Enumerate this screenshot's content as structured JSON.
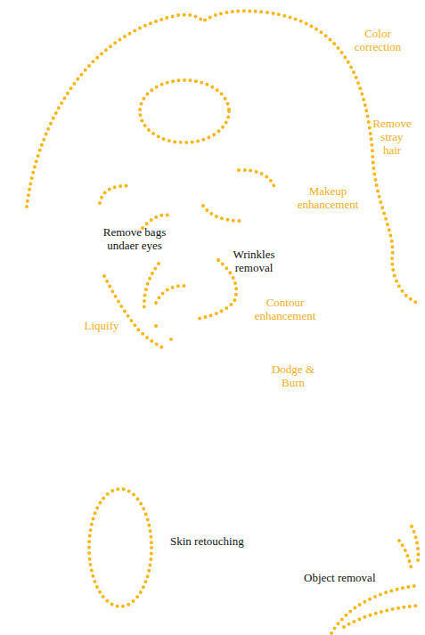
{
  "diagram": {
    "labels": [
      "Color correction",
      "Remove stray hair",
      "Makeup enhancement",
      "Remove bags undaer eyes",
      "Wrinkles removal",
      "Contour enhancement",
      "Liquify",
      "Dodge & Burn",
      "Skin retouching",
      "Object removal"
    ]
  }
}
